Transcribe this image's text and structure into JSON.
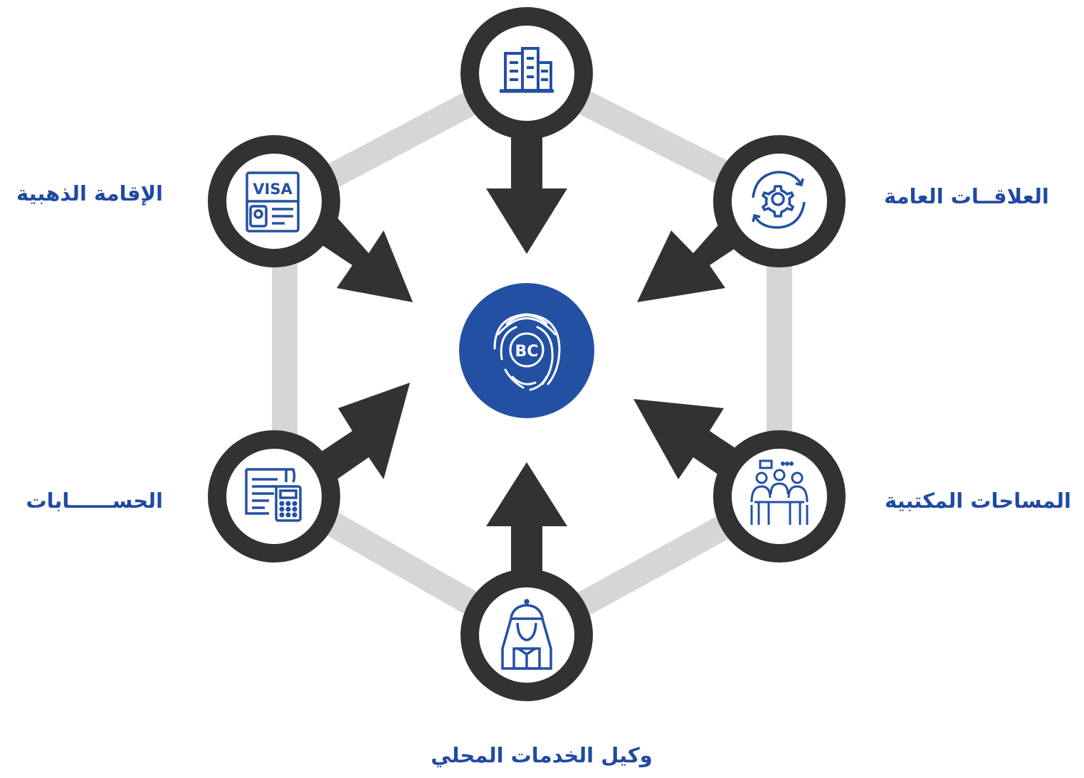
{
  "center": {
    "logo_text": "BC",
    "icon": "fingerprint-icon",
    "color": "#2450a4"
  },
  "colors": {
    "ring": "#323232",
    "arrow": "#323232",
    "hexagon": "#d6d6d6",
    "icon": "#2450a4",
    "label": "#1f4aa3"
  },
  "nodes": [
    {
      "id": "top",
      "icon": "office-building-icon",
      "label": ""
    },
    {
      "id": "upper-right",
      "icon": "gear-cycle-icon",
      "label": "العلاقــات العامة"
    },
    {
      "id": "lower-right",
      "icon": "office-meeting-icon",
      "label": "المساحات المكتبية"
    },
    {
      "id": "bottom",
      "icon": "local-sponsor-icon",
      "label": "وكيل الخدمات المحلي"
    },
    {
      "id": "lower-left",
      "icon": "invoice-calculator-icon",
      "label": "الحســــــابات"
    },
    {
      "id": "upper-left",
      "icon": "visa-document-icon",
      "label": "الإقامة الذهبية",
      "icon_text": "VISA"
    }
  ]
}
